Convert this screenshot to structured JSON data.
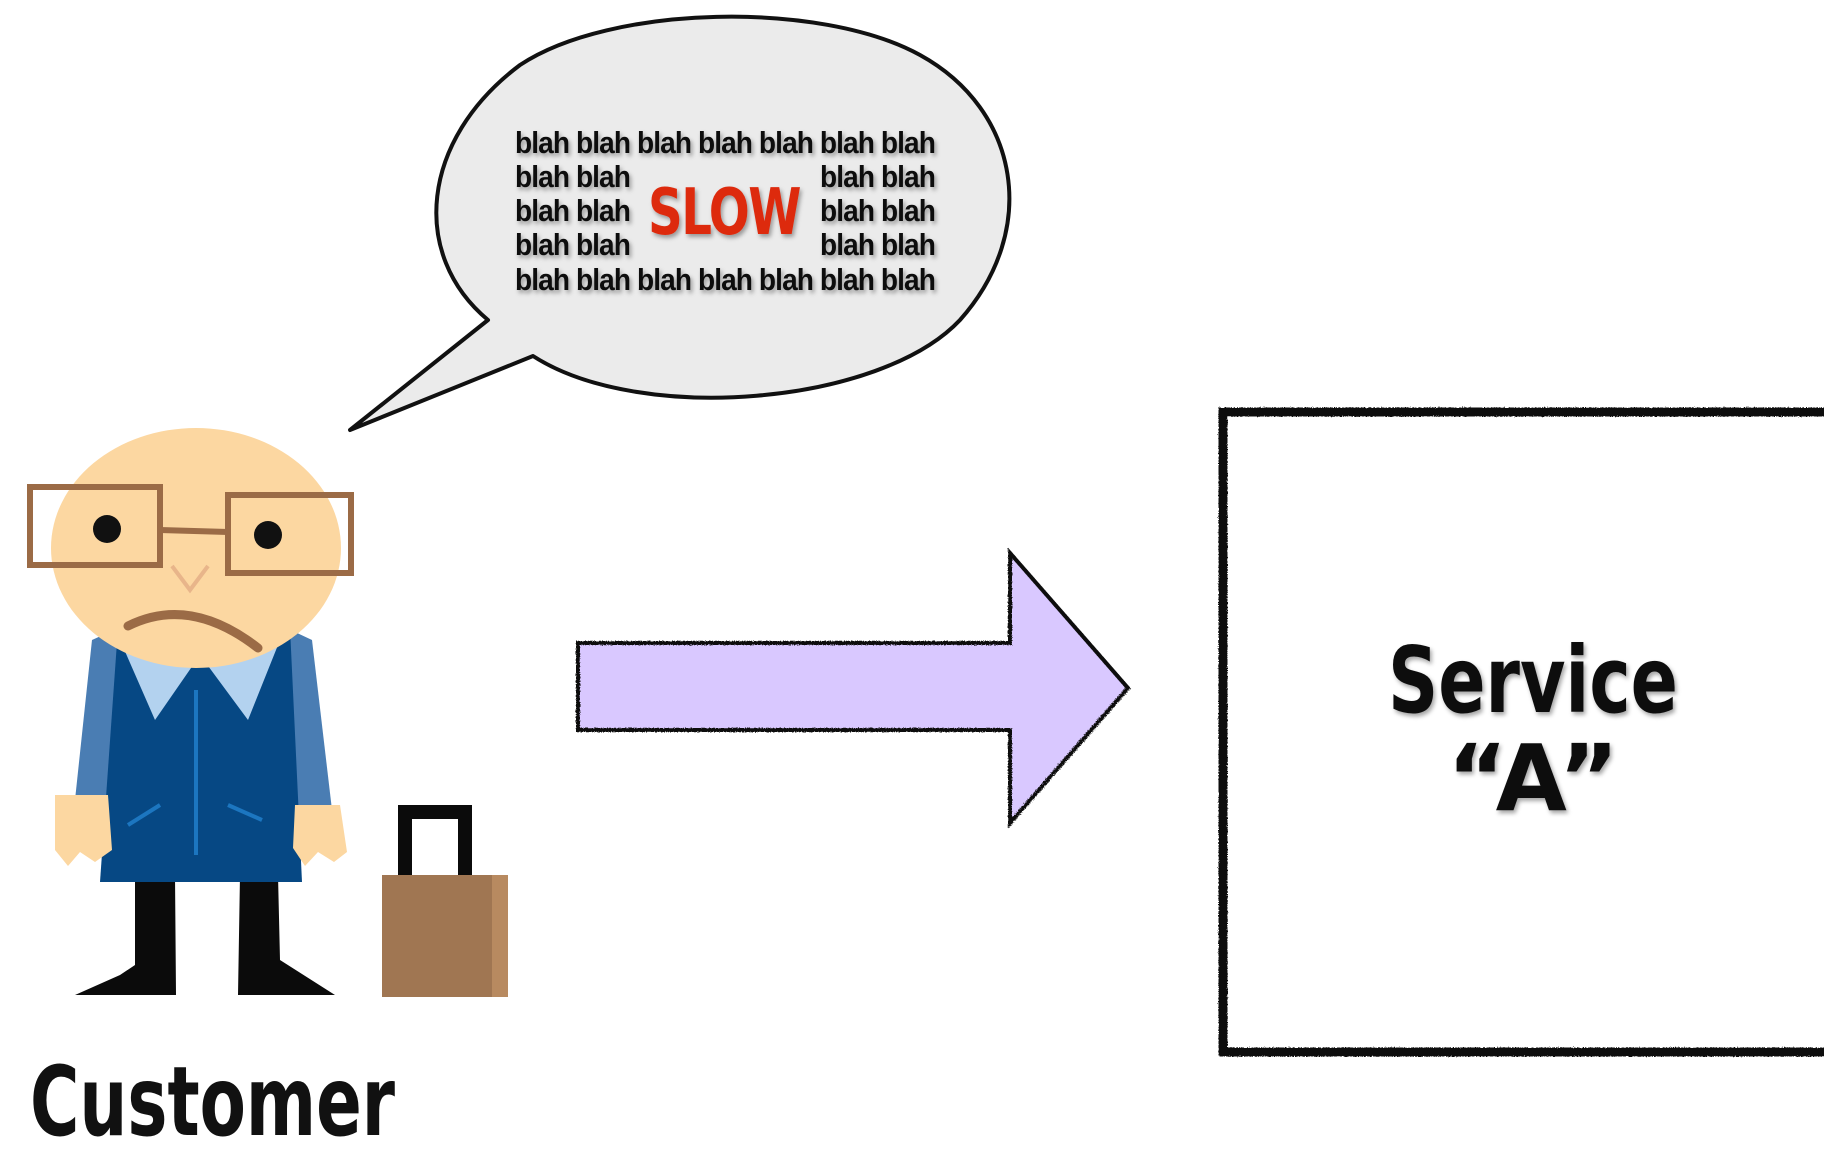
{
  "speech_bubble": {
    "blah_row_full": "blah blah blah blah blah blah blah",
    "blah_pair": "blah blah",
    "emphasis": "SLOW"
  },
  "service": {
    "line1": "Service",
    "line2": "“A”"
  },
  "customer": {
    "label": "Customer"
  },
  "colors": {
    "arrow_fill": "#d9c8ff",
    "bubble_fill": "#ebebeb",
    "emphasis": "#dd2b0e",
    "skin": "#fcd7a1",
    "suit_dark": "#064884",
    "suit_light": "#4a7db3",
    "collar": "#b3d2ef",
    "glasses": "#9b6b46",
    "suitcase": "#a07652"
  },
  "icons": {
    "person": "sad-old-man-icon",
    "bag": "suitcase-icon"
  }
}
